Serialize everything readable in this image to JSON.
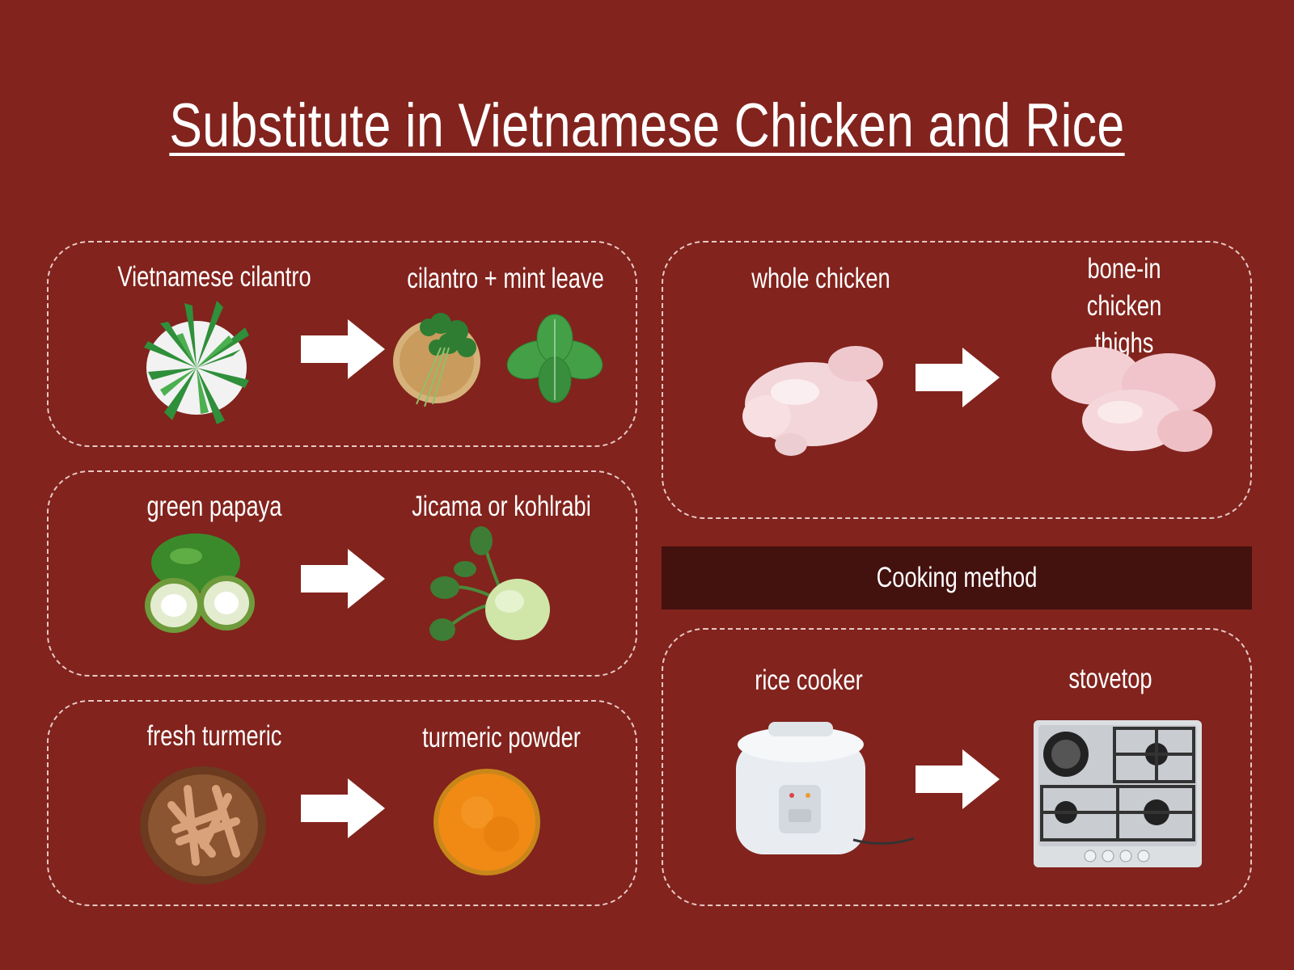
{
  "title": "Substitute in Vietnamese Chicken and Rice",
  "ingredients": [
    {
      "original": "Vietnamese cilantro",
      "substitute": "cilantro + mint leave"
    },
    {
      "original": "green papaya",
      "substitute": "Jicama or kohlrabi"
    },
    {
      "original": "fresh turmeric",
      "substitute": "turmeric powder"
    },
    {
      "original": "whole chicken",
      "substitute": "bone-in chicken thighs"
    }
  ],
  "cooking_method": {
    "heading": "Cooking method",
    "original": "rice cooker",
    "substitute": "stovetop"
  },
  "colors": {
    "background": "#82231d",
    "header_bar": "#43110e",
    "text": "#ffffff"
  }
}
